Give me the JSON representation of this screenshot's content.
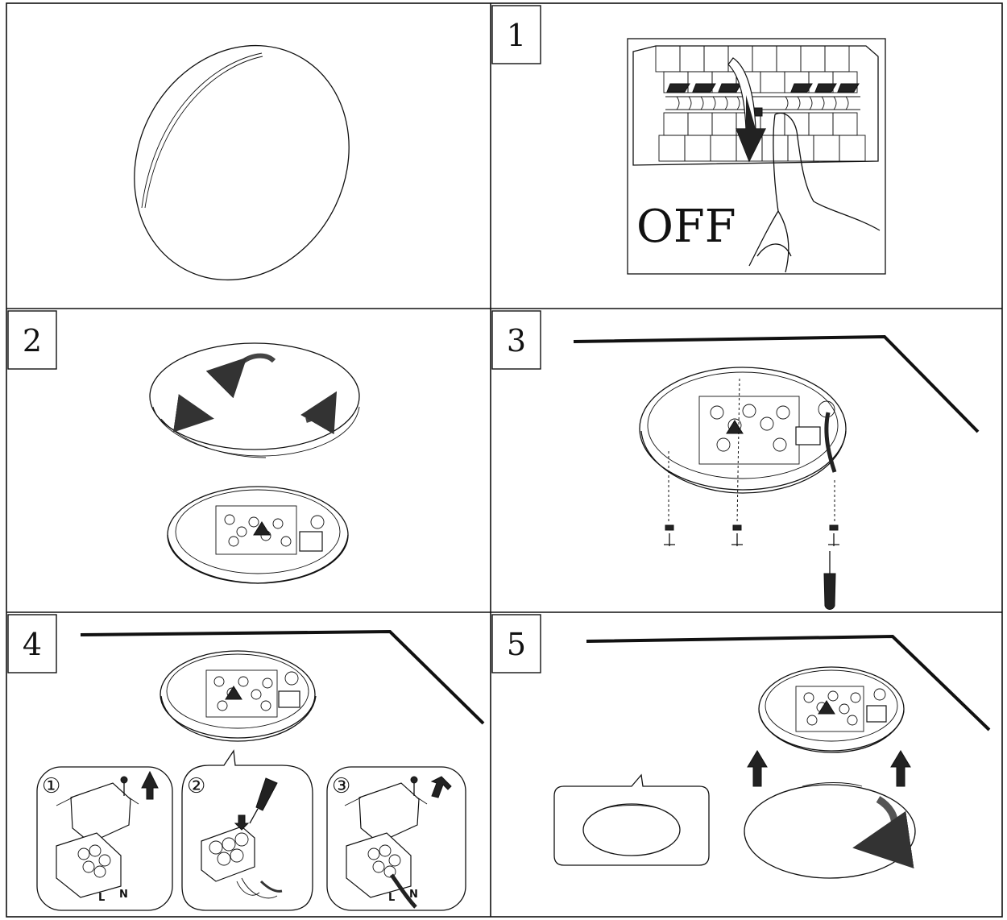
{
  "steps": [
    {
      "label": "1"
    },
    {
      "label": "2"
    },
    {
      "label": "3"
    },
    {
      "label": "4"
    },
    {
      "label": "5"
    }
  ],
  "step1": {
    "switch_text": "OFF"
  },
  "step4": {
    "substeps": [
      "①",
      "②",
      "③"
    ],
    "terminal_live": "L",
    "terminal_neutral": "N"
  }
}
